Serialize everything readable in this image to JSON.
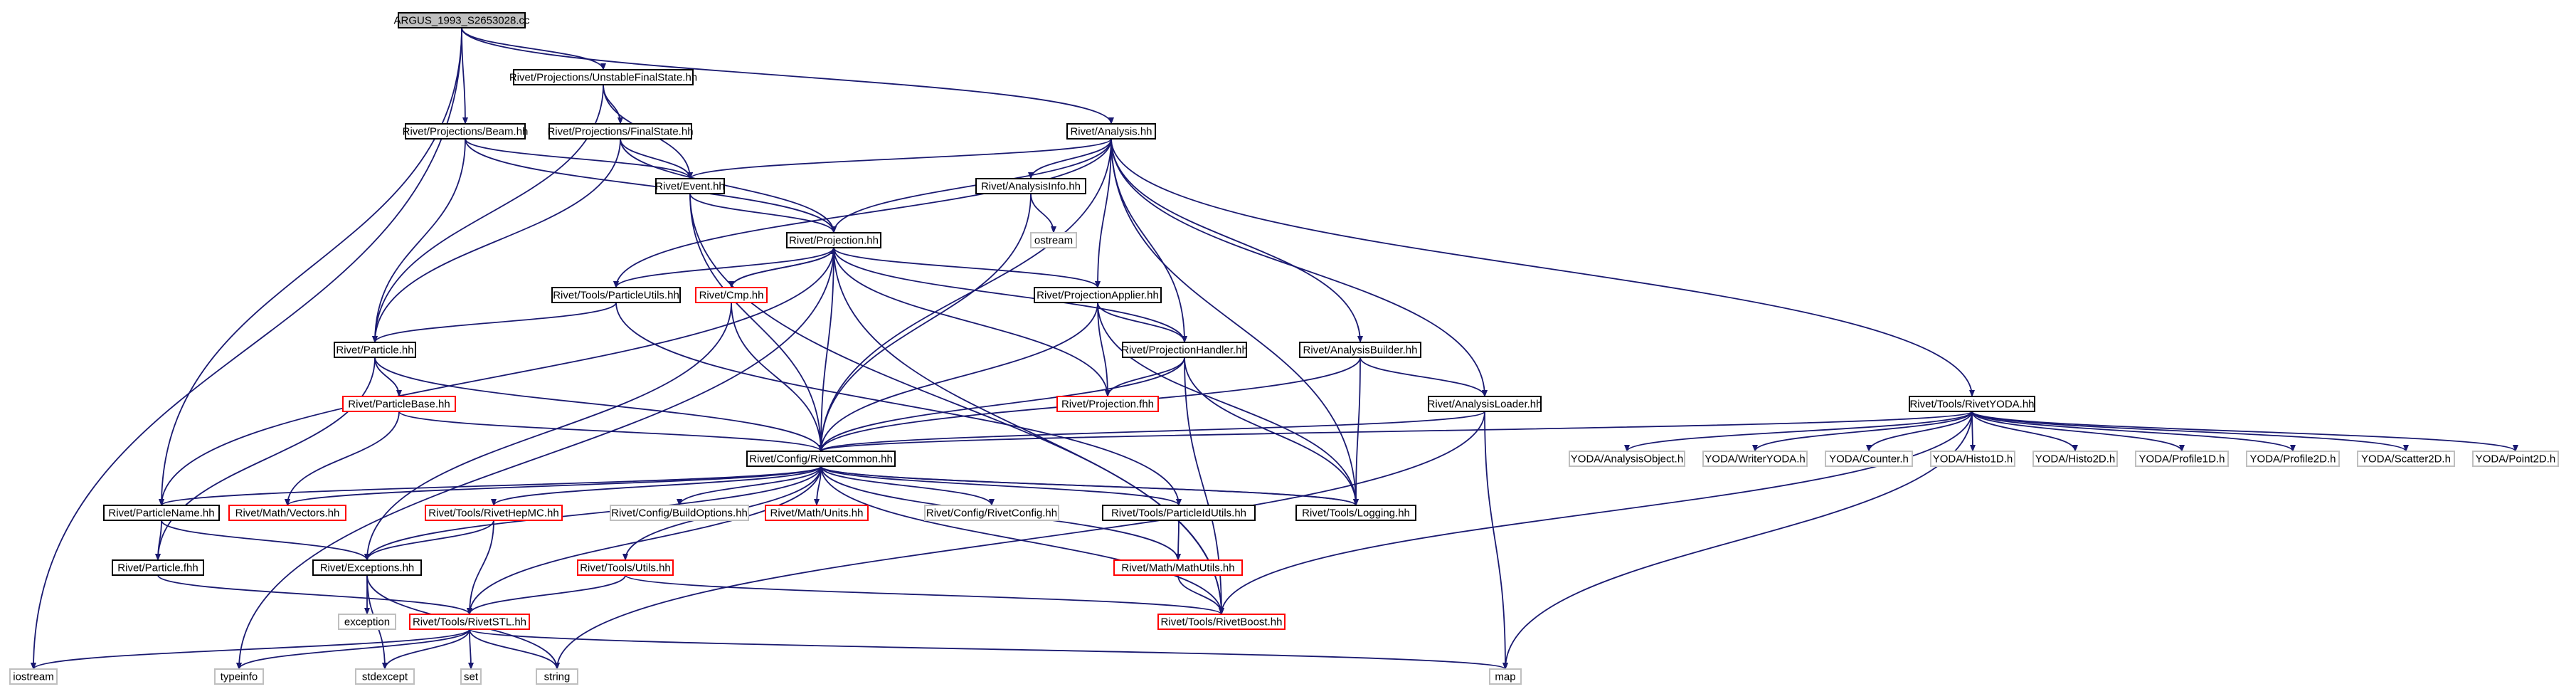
{
  "colors": {
    "edge": "#191970",
    "border_normal": "#000000",
    "border_missing": "#bfbfbf",
    "border_red": "#ff0000",
    "fill_root": "#bfbfbf",
    "fill_normal": "#ffffff"
  },
  "nodes": [
    {
      "id": "root",
      "label": "ARGUS_1993_S2653028.cc",
      "style": "root"
    },
    {
      "id": "ufs",
      "label": "Rivet/Projections/UnstableFinalState.hh",
      "style": "normal"
    },
    {
      "id": "beam",
      "label": "Rivet/Projections/Beam.hh",
      "style": "normal"
    },
    {
      "id": "fs",
      "label": "Rivet/Projections/FinalState.hh",
      "style": "normal"
    },
    {
      "id": "analysis",
      "label": "Rivet/Analysis.hh",
      "style": "normal"
    },
    {
      "id": "event",
      "label": "Rivet/Event.hh",
      "style": "normal"
    },
    {
      "id": "ainfo",
      "label": "Rivet/AnalysisInfo.hh",
      "style": "normal"
    },
    {
      "id": "ostream",
      "label": "ostream",
      "style": "missing"
    },
    {
      "id": "projection",
      "label": "Rivet/Projection.hh",
      "style": "normal"
    },
    {
      "id": "putils",
      "label": "Rivet/Tools/ParticleUtils.hh",
      "style": "normal"
    },
    {
      "id": "cmp",
      "label": "Rivet/Cmp.hh",
      "style": "red"
    },
    {
      "id": "papplier",
      "label": "Rivet/ProjectionApplier.hh",
      "style": "normal"
    },
    {
      "id": "particle",
      "label": "Rivet/Particle.hh",
      "style": "normal"
    },
    {
      "id": "phandler",
      "label": "Rivet/ProjectionHandler.hh",
      "style": "normal"
    },
    {
      "id": "abuilder",
      "label": "Rivet/AnalysisBuilder.hh",
      "style": "normal"
    },
    {
      "id": "pfhh",
      "label": "Rivet/Projection.fhh",
      "style": "red"
    },
    {
      "id": "pbase",
      "label": "Rivet/ParticleBase.hh",
      "style": "red"
    },
    {
      "id": "aloader",
      "label": "Rivet/AnalysisLoader.hh",
      "style": "normal"
    },
    {
      "id": "ryoda",
      "label": "Rivet/Tools/RivetYODA.hh",
      "style": "normal"
    },
    {
      "id": "common",
      "label": "Rivet/Config/RivetCommon.hh",
      "style": "normal"
    },
    {
      "id": "yao",
      "label": "YODA/AnalysisObject.h",
      "style": "missing"
    },
    {
      "id": "ywy",
      "label": "YODA/WriterYODA.h",
      "style": "missing"
    },
    {
      "id": "yc",
      "label": "YODA/Counter.h",
      "style": "missing"
    },
    {
      "id": "yh1",
      "label": "YODA/Histo1D.h",
      "style": "missing"
    },
    {
      "id": "yh2",
      "label": "YODA/Histo2D.h",
      "style": "missing"
    },
    {
      "id": "yp1",
      "label": "YODA/Profile1D.h",
      "style": "missing"
    },
    {
      "id": "yp2",
      "label": "YODA/Profile2D.h",
      "style": "missing"
    },
    {
      "id": "ys2",
      "label": "YODA/Scatter2D.h",
      "style": "missing"
    },
    {
      "id": "yp2d",
      "label": "YODA/Point2D.h",
      "style": "missing"
    },
    {
      "id": "pname",
      "label": "Rivet/ParticleName.hh",
      "style": "normal"
    },
    {
      "id": "vectors",
      "label": "Rivet/Math/Vectors.hh",
      "style": "red"
    },
    {
      "id": "hepmc",
      "label": "Rivet/Tools/RivetHepMC.hh",
      "style": "red"
    },
    {
      "id": "buildopt",
      "label": "Rivet/Config/BuildOptions.hh",
      "style": "missing"
    },
    {
      "id": "units",
      "label": "Rivet/Math/Units.hh",
      "style": "red"
    },
    {
      "id": "rconfig",
      "label": "Rivet/Config/RivetConfig.hh",
      "style": "missing"
    },
    {
      "id": "pidutils",
      "label": "Rivet/Tools/ParticleIdUtils.hh",
      "style": "normal"
    },
    {
      "id": "logging",
      "label": "Rivet/Tools/Logging.hh",
      "style": "normal"
    },
    {
      "id": "pfhh2",
      "label": "Rivet/Particle.fhh",
      "style": "normal"
    },
    {
      "id": "exceptions",
      "label": "Rivet/Exceptions.hh",
      "style": "normal"
    },
    {
      "id": "tutils",
      "label": "Rivet/Tools/Utils.hh",
      "style": "red"
    },
    {
      "id": "mathutils",
      "label": "Rivet/Math/MathUtils.hh",
      "style": "red"
    },
    {
      "id": "exception",
      "label": "exception",
      "style": "missing"
    },
    {
      "id": "stl",
      "label": "Rivet/Tools/RivetSTL.hh",
      "style": "red"
    },
    {
      "id": "boost",
      "label": "Rivet/Tools/RivetBoost.hh",
      "style": "red"
    },
    {
      "id": "iostream",
      "label": "iostream",
      "style": "missing"
    },
    {
      "id": "typeinfo",
      "label": "typeinfo",
      "style": "missing"
    },
    {
      "id": "stdexcept",
      "label": "stdexcept",
      "style": "missing"
    },
    {
      "id": "set",
      "label": "set",
      "style": "missing"
    },
    {
      "id": "string",
      "label": "string",
      "style": "missing"
    },
    {
      "id": "map",
      "label": "map",
      "style": "missing"
    }
  ],
  "edges": [
    [
      "root",
      "ufs"
    ],
    [
      "root",
      "beam"
    ],
    [
      "root",
      "analysis"
    ],
    [
      "root",
      "pname"
    ],
    [
      "root",
      "iostream"
    ],
    [
      "ufs",
      "fs"
    ],
    [
      "ufs",
      "particle"
    ],
    [
      "ufs",
      "event"
    ],
    [
      "beam",
      "event"
    ],
    [
      "beam",
      "projection"
    ],
    [
      "beam",
      "particle"
    ],
    [
      "fs",
      "event"
    ],
    [
      "fs",
      "projection"
    ],
    [
      "fs",
      "particle"
    ],
    [
      "analysis",
      "event"
    ],
    [
      "analysis",
      "ainfo"
    ],
    [
      "analysis",
      "projection"
    ],
    [
      "analysis",
      "putils"
    ],
    [
      "analysis",
      "papplier"
    ],
    [
      "analysis",
      "phandler"
    ],
    [
      "analysis",
      "abuilder"
    ],
    [
      "analysis",
      "aloader"
    ],
    [
      "analysis",
      "ryoda"
    ],
    [
      "analysis",
      "common"
    ],
    [
      "analysis",
      "logging"
    ],
    [
      "event",
      "projection"
    ],
    [
      "event",
      "common"
    ],
    [
      "event",
      "boost"
    ],
    [
      "ainfo",
      "ostream"
    ],
    [
      "ainfo",
      "common"
    ],
    [
      "projection",
      "cmp"
    ],
    [
      "projection",
      "putils"
    ],
    [
      "projection",
      "papplier"
    ],
    [
      "projection",
      "phandler"
    ],
    [
      "projection",
      "pfhh"
    ],
    [
      "projection",
      "common"
    ],
    [
      "projection",
      "pname"
    ],
    [
      "projection",
      "typeinfo"
    ],
    [
      "projection",
      "boost"
    ],
    [
      "cmp",
      "projection"
    ],
    [
      "cmp",
      "common"
    ],
    [
      "cmp",
      "exceptions"
    ],
    [
      "putils",
      "particle"
    ],
    [
      "putils",
      "pidutils"
    ],
    [
      "papplier",
      "phandler"
    ],
    [
      "papplier",
      "pfhh"
    ],
    [
      "papplier",
      "common"
    ],
    [
      "papplier",
      "logging"
    ],
    [
      "phandler",
      "pfhh"
    ],
    [
      "phandler",
      "common"
    ],
    [
      "phandler",
      "logging"
    ],
    [
      "phandler",
      "boost"
    ],
    [
      "abuilder",
      "aloader"
    ],
    [
      "abuilder",
      "common"
    ],
    [
      "abuilder",
      "logging"
    ],
    [
      "aloader",
      "common"
    ],
    [
      "aloader",
      "map"
    ],
    [
      "aloader",
      "string"
    ],
    [
      "particle",
      "pbase"
    ],
    [
      "particle",
      "common"
    ],
    [
      "particle",
      "pfhh2"
    ],
    [
      "pbase",
      "common"
    ],
    [
      "pbase",
      "vectors"
    ],
    [
      "ryoda",
      "common"
    ],
    [
      "ryoda",
      "yao"
    ],
    [
      "ryoda",
      "ywy"
    ],
    [
      "ryoda",
      "yc"
    ],
    [
      "ryoda",
      "yh1"
    ],
    [
      "ryoda",
      "yh2"
    ],
    [
      "ryoda",
      "yp1"
    ],
    [
      "ryoda",
      "yp2"
    ],
    [
      "ryoda",
      "ys2"
    ],
    [
      "ryoda",
      "yp2d"
    ],
    [
      "ryoda",
      "boost"
    ],
    [
      "ryoda",
      "map"
    ],
    [
      "common",
      "pname"
    ],
    [
      "common",
      "vectors"
    ],
    [
      "common",
      "hepmc"
    ],
    [
      "common",
      "buildopt"
    ],
    [
      "common",
      "units"
    ],
    [
      "common",
      "rconfig"
    ],
    [
      "common",
      "pidutils"
    ],
    [
      "common",
      "logging"
    ],
    [
      "common",
      "tutils"
    ],
    [
      "common",
      "mathutils"
    ],
    [
      "common",
      "exceptions"
    ],
    [
      "common",
      "stl"
    ],
    [
      "common",
      "boost"
    ],
    [
      "pname",
      "pfhh2"
    ],
    [
      "pname",
      "exceptions"
    ],
    [
      "hepmc",
      "exceptions"
    ],
    [
      "hepmc",
      "stl"
    ],
    [
      "pidutils",
      "mathutils"
    ],
    [
      "logging",
      "common"
    ],
    [
      "exceptions",
      "exception"
    ],
    [
      "exceptions",
      "stdexcept"
    ],
    [
      "exceptions",
      "string"
    ],
    [
      "tutils",
      "stl"
    ],
    [
      "tutils",
      "boost"
    ],
    [
      "mathutils",
      "boost"
    ],
    [
      "pfhh2",
      "stl"
    ],
    [
      "stl",
      "iostream"
    ],
    [
      "stl",
      "typeinfo"
    ],
    [
      "stl",
      "stdexcept"
    ],
    [
      "stl",
      "set"
    ],
    [
      "stl",
      "string"
    ],
    [
      "stl",
      "map"
    ]
  ]
}
